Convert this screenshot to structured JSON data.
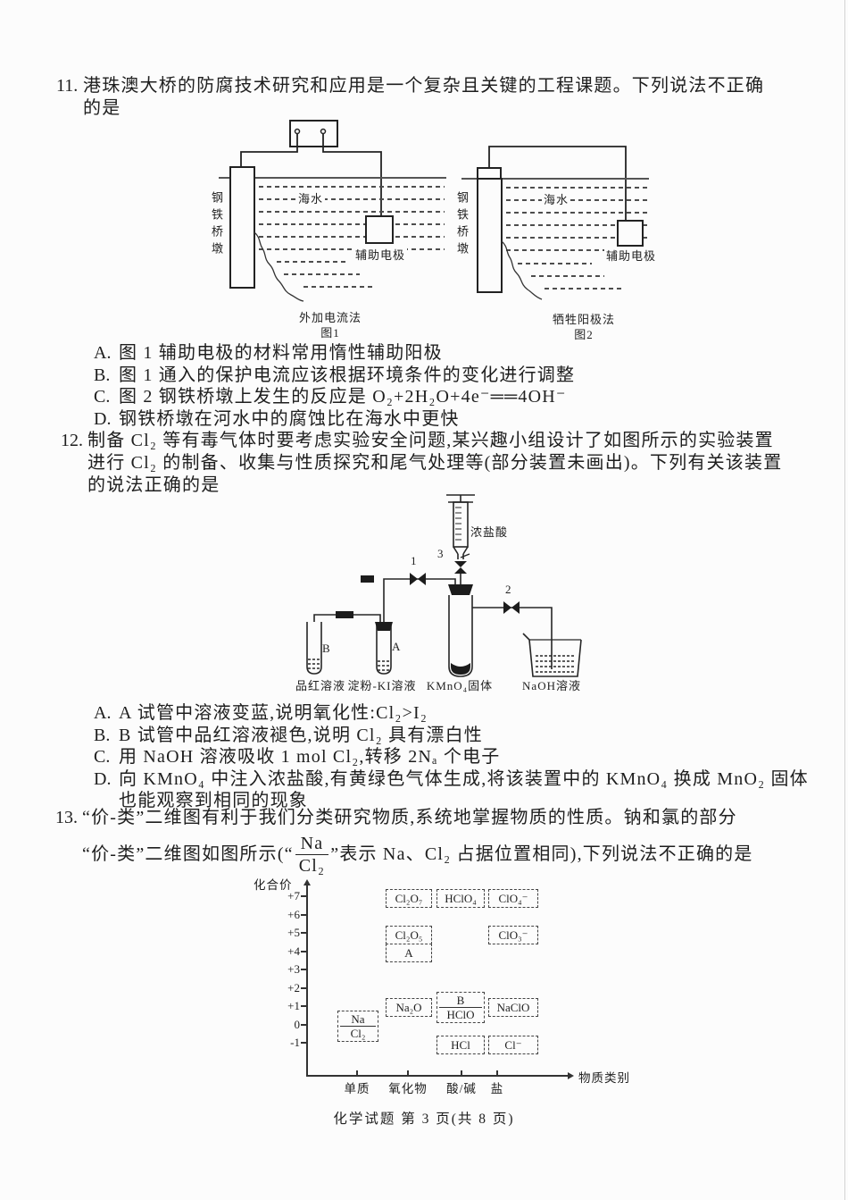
{
  "page": {
    "footer": "化学试题 第 3 页(共 8 页)"
  },
  "q11": {
    "number": "11.",
    "stem": [
      "港珠澳大桥的防腐技术研究和应用是一个复杂且关键的工程课题。下列说法不正确",
      "的是"
    ],
    "figure1": {
      "pier": "钢铁桥墩",
      "water": "海水",
      "electrode": "辅助电极",
      "method": "外加电流法",
      "caption": "图1"
    },
    "figure2": {
      "pier": "钢铁桥墩",
      "water": "海水",
      "electrode": "辅助电极",
      "method": "牺牲阳极法",
      "caption": "图2"
    },
    "options": [
      {
        "k": "A.",
        "t": "图 1 辅助电极的材料常用惰性辅助阳极"
      },
      {
        "k": "B.",
        "t": "图 1 通入的保护电流应该根据环境条件的变化进行调整"
      },
      {
        "k": "C.",
        "t": "图 2 钢铁桥墩上发生的反应是 O₂+2H₂O+4e⁻══4OH⁻"
      },
      {
        "k": "D.",
        "t": "钢铁桥墩在河水中的腐蚀比在海水中更快"
      }
    ]
  },
  "q12": {
    "number": "12.",
    "stem": [
      "制备 Cl₂ 等有毒气体时要考虑实验安全问题,某兴趣小组设计了如图所示的实验装置",
      "进行 Cl₂ 的制备、收集与性质探究和尾气处理等(部分装置未画出)。下列有关该装置",
      "的说法正确的是"
    ],
    "apparatus": {
      "syringe": "浓盐酸",
      "valve1": "1",
      "valve2": "2",
      "valve3": "3",
      "tube_a": "A",
      "tube_b": "B",
      "label_b": "品红溶液",
      "label_a": "淀粉-KI溶液",
      "label_generator": "KMnO₄固体",
      "label_beaker": "NaOH溶液"
    },
    "options": [
      {
        "k": "A.",
        "t": "A 试管中溶液变蓝,说明氧化性:Cl₂>I₂"
      },
      {
        "k": "B.",
        "t": "B 试管中品红溶液褪色,说明 Cl₂ 具有漂白性"
      },
      {
        "k": "C.",
        "t": "用 NaOH 溶液吸收 1 mol Cl₂,转移 2Nₐ 个电子"
      },
      {
        "k": "D.",
        "t": "向 KMnO₄ 中注入浓盐酸,有黄绿色气体生成,将该装置中的 KMnO₄ 换成 MnO₂ 固体也能观察到相同的现象"
      }
    ]
  },
  "q13": {
    "number": "13.",
    "stem1": "“价-类”二维图有利于我们分类研究物质,系统地掌握物质的性质。钠和氯的部分",
    "stem2_pre": "“价-类”二维图如图所示(“",
    "fraction": {
      "top": "Na",
      "bottom": "Cl₂"
    },
    "stem2_post": "”表示 Na、Cl₂ 占据位置相同),下列说法不正确的是",
    "chart": {
      "type": "category-valence-grid",
      "ylabel": "化合价",
      "xlabel": "物质类别",
      "yticks": [
        "+7",
        "+6",
        "+5",
        "+4",
        "+3",
        "+2",
        "+1",
        "0",
        "-1"
      ],
      "categories": [
        "单质",
        "氧化物",
        "酸/碱",
        "盐"
      ],
      "points": [
        {
          "label": "Cl₂O₇",
          "category": "氧化物",
          "valence": "+7"
        },
        {
          "label": "HClO₄",
          "category": "酸/碱",
          "valence": "+7"
        },
        {
          "label": "ClO₄⁻",
          "category": "盐",
          "valence": "+7"
        },
        {
          "label": "Cl₂O₅",
          "category": "氧化物",
          "valence": "+5"
        },
        {
          "label": "ClO₃⁻",
          "category": "盐",
          "valence": "+5"
        },
        {
          "label": "A",
          "category": "氧化物",
          "valence": "+4"
        },
        {
          "label": "Na₂O",
          "category": "氧化物",
          "valence": "+1"
        },
        {
          "label_top": "B",
          "label_bottom": "HClO",
          "category": "酸/碱",
          "valence": "+1"
        },
        {
          "label": "NaClO",
          "category": "盐",
          "valence": "+1"
        },
        {
          "label_top": "Na",
          "label_bottom": "Cl₂",
          "category": "单质",
          "valence": "0"
        },
        {
          "label": "HCl",
          "category": "酸/碱",
          "valence": "-1"
        },
        {
          "label": "Cl⁻",
          "category": "盐",
          "valence": "-1"
        }
      ]
    }
  }
}
